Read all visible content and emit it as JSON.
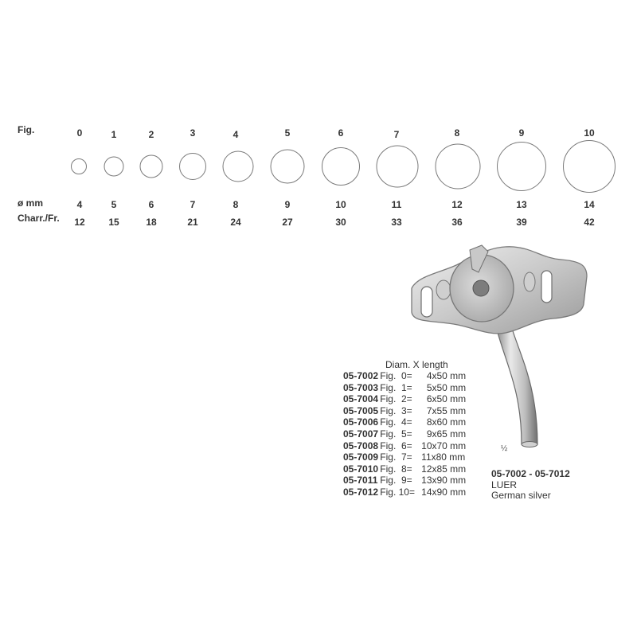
{
  "size_chart": {
    "labels": {
      "fig": "Fig.",
      "diameter": "ø mm",
      "charriere": "Charr./Fr."
    },
    "columns": [
      {
        "fig": "0",
        "diameter_mm": "4",
        "charr_fr": "12"
      },
      {
        "fig": "1",
        "diameter_mm": "5",
        "charr_fr": "15"
      },
      {
        "fig": "2",
        "diameter_mm": "6",
        "charr_fr": "18"
      },
      {
        "fig": "3",
        "diameter_mm": "7",
        "charr_fr": "21"
      },
      {
        "fig": "4",
        "diameter_mm": "8",
        "charr_fr": "24"
      },
      {
        "fig": "5",
        "diameter_mm": "9",
        "charr_fr": "27"
      },
      {
        "fig": "6",
        "diameter_mm": "10",
        "charr_fr": "30"
      },
      {
        "fig": "7",
        "diameter_mm": "11",
        "charr_fr": "33"
      },
      {
        "fig": "8",
        "diameter_mm": "12",
        "charr_fr": "36"
      },
      {
        "fig": "9",
        "diameter_mm": "13",
        "charr_fr": "39"
      },
      {
        "fig": "10",
        "diameter_mm": "14",
        "charr_fr": "42"
      }
    ]
  },
  "spec_list": {
    "header": "Diam. X length",
    "rows": [
      {
        "code": "05-7002",
        "fig": "Fig.  0=",
        "size": "  4x50 mm"
      },
      {
        "code": "05-7003",
        "fig": "Fig.  1=",
        "size": "  5x50 mm"
      },
      {
        "code": "05-7004",
        "fig": "Fig.  2=",
        "size": "  6x50 mm"
      },
      {
        "code": "05-7005",
        "fig": "Fig.  3=",
        "size": "  7x55 mm"
      },
      {
        "code": "05-7006",
        "fig": "Fig.  4=",
        "size": "  8x60 mm"
      },
      {
        "code": "05-7007",
        "fig": "Fig.  5=",
        "size": "  9x65 mm"
      },
      {
        "code": "05-7008",
        "fig": "Fig.  6=",
        "size": "10x70 mm"
      },
      {
        "code": "05-7009",
        "fig": "Fig.  7=",
        "size": "11x80 mm"
      },
      {
        "code": "05-7010",
        "fig": "Fig.  8=",
        "size": "12x85 mm"
      },
      {
        "code": "05-7011",
        "fig": "Fig.  9=",
        "size": "13x90 mm"
      },
      {
        "code": "05-7012",
        "fig": "Fig. 10=",
        "size": "14x90 mm"
      }
    ]
  },
  "product": {
    "scale_mark": "½",
    "code_range": "05-7002 - 05-7012",
    "name": "LUER",
    "material": "German silver"
  },
  "colors": {
    "text": "#333333",
    "circle_stroke": "#7a7a7a",
    "metal_light": "#e4e4e4",
    "metal_mid": "#b8b8b8",
    "metal_dark": "#6e6e6e"
  }
}
